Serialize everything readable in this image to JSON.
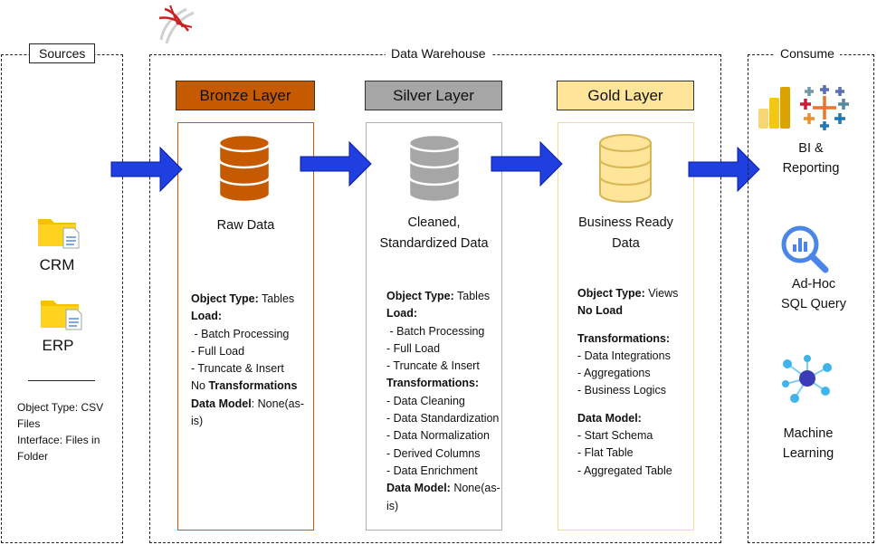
{
  "colors": {
    "bronze": "#c55a00",
    "silver": "#a6a6a6",
    "gold": "#fee599",
    "arrow": "#1f3fe0"
  },
  "sources": {
    "tag": "Sources",
    "crm": "CRM",
    "erp": "ERP",
    "details": [
      "Object Type: CSV",
      "Files",
      "Interface: Files in",
      "Folder"
    ]
  },
  "warehouse": {
    "tag": "Data Warehouse",
    "bronze": {
      "title": "Bronze Layer",
      "caption": [
        "Raw  Data"
      ],
      "lines": [
        {
          "b": "Object Type:",
          "t": " Tables"
        },
        {
          "b": "Load:",
          "t": ""
        },
        {
          "b": "",
          "t": " - Batch Processing"
        },
        {
          "b": "",
          "t": "- Full Load"
        },
        {
          "b": "",
          "t": "- Truncate & Insert"
        },
        {
          "b": "",
          "t": "No ",
          "b2": "Transformations"
        },
        {
          "b": "Data Model",
          "t": ": None(as-"
        },
        {
          "b": "",
          "t": "is)"
        }
      ]
    },
    "silver": {
      "title": "Silver Layer",
      "caption": [
        "Cleaned,",
        "Standardized Data"
      ],
      "lines": [
        {
          "b": "Object Type:",
          "t": " Tables"
        },
        {
          "b": "Load:",
          "t": ""
        },
        {
          "b": "",
          "t": " - Batch Processing"
        },
        {
          "b": "",
          "t": "- Full Load"
        },
        {
          "b": "",
          "t": "- Truncate & Insert"
        },
        {
          "b": "Transformations:",
          "t": ""
        },
        {
          "b": "",
          "t": "- Data Cleaning"
        },
        {
          "b": "",
          "t": "- Data Standardization"
        },
        {
          "b": "",
          "t": "- Data Normalization"
        },
        {
          "b": "",
          "t": "- Derived Columns"
        },
        {
          "b": "",
          "t": "- Data Enrichment"
        },
        {
          "b": "Data Model:",
          "t": " None(as-"
        },
        {
          "b": "",
          "t": "is)"
        }
      ]
    },
    "gold": {
      "title": "Gold Layer",
      "caption": [
        "Business Ready",
        "Data"
      ],
      "lines": [
        {
          "b": "Object Type:",
          "t": " Views"
        },
        {
          "b": "No Load",
          "t": ""
        },
        {
          "gap": true
        },
        {
          "b": "Transformations:",
          "t": ""
        },
        {
          "b": "",
          "t": "- Data Integrations"
        },
        {
          "b": "",
          "t": "- Aggregations"
        },
        {
          "b": "",
          "t": "- Business Logics"
        },
        {
          "gap": true
        },
        {
          "b": "Data Model:",
          "t": ""
        },
        {
          "b": "",
          "t": "- Start Schema"
        },
        {
          "b": "",
          "t": "- Flat Table"
        },
        {
          "b": "",
          "t": "- Aggregated Table"
        }
      ]
    }
  },
  "consume": {
    "tag": "Consume",
    "bi": [
      "BI &",
      "Reporting"
    ],
    "adhoc": [
      "Ad-Hoc",
      "SQL Query"
    ],
    "ml": [
      "Machine",
      "Learning"
    ]
  }
}
